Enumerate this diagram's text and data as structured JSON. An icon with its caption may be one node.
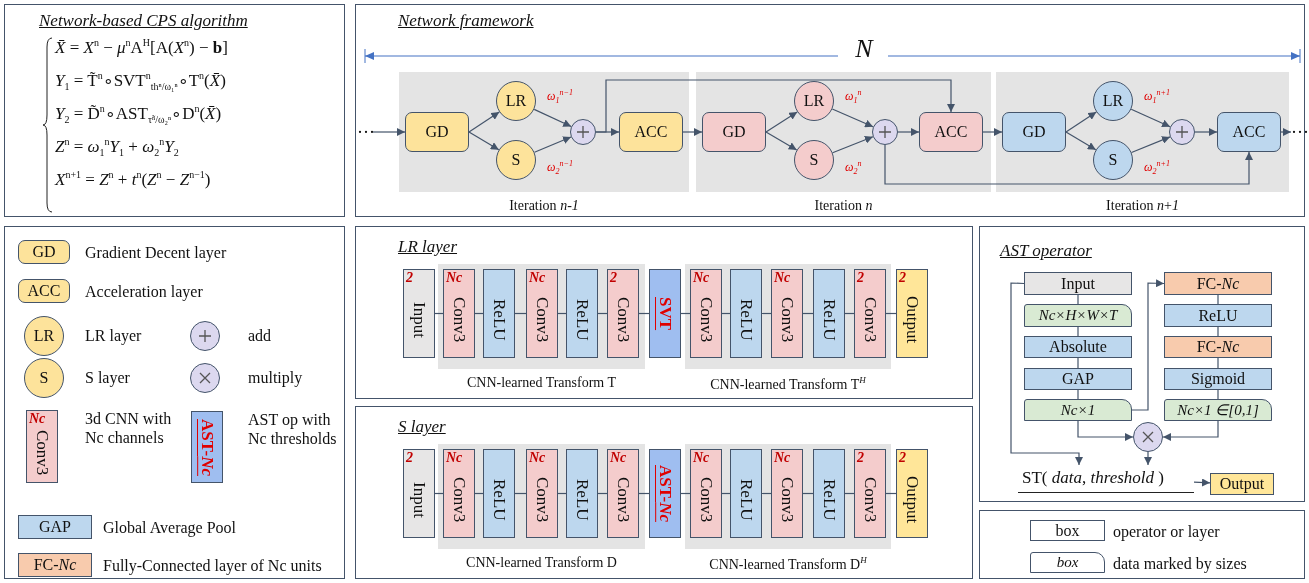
{
  "diagram": {
    "nodes": [
      {
        "text": [
          "Network-based CPS algorithm",
          "*X̄* = *X*$^{n}$ − *μ*$^{n}$A$^{H}$[A(*X*$^{n}$) − **b**]",
          "*Y*$_{1}$ = T̃$^{n}$∘SVT$^{n}$$_{thⁿ/ω₁ⁿ}$∘T$^{n}$(*X̄*)",
          "*Y*$_{2}$ = D̃$^{n}$∘AST$_{τ̃ⁿ/ω₂ⁿ}$∘D$^{n}$(*X̄*)",
          "*Z*$^{n}$ = *ω*$_{1}$$^{n}$*Y*$_{1}$ + *ω*$_{2}$$^{n}$*Y*$_{2}$",
          "*X*$^{n+1}$ = *Z*$^{n}$ + *t*$^{n}$(*Z*$^{n}$ − *Z*$^{n−1}$)"
        ]
      },
      {
        "text": [
          "Network framework"
        ]
      },
      {
        "text": [
          "Iteration *n-1*"
        ],
        "in": 1
      },
      {
        "text": [
          "Iteration *n*"
        ],
        "in": 1
      },
      {
        "text": [
          "Iteration *n*+*1*"
        ],
        "in": 1
      },
      {
        "text": [
          "GD"
        ],
        "in": 2
      },
      {
        "text": [
          "LR"
        ],
        "in": 2,
        "beside": [
          "ω$_{1}$$^{n−1}$"
        ]
      },
      {
        "text": [
          "S"
        ],
        "in": 2,
        "beside": [
          "ω$_{2}$$^{n−1}$"
        ]
      },
      {
        "text": [],
        "shape": "circle",
        "in": 2
      },
      {
        "text": [
          "ACC"
        ],
        "in": 2
      },
      {
        "text": [
          "GD"
        ],
        "in": 3
      },
      {
        "text": [
          "LR"
        ],
        "in": 3,
        "beside": [
          "ω$_{1}$$^{n}$"
        ]
      },
      {
        "text": [
          "S"
        ],
        "in": 3,
        "beside": [
          "ω$_{2}$$^{n}$"
        ]
      },
      {
        "text": [],
        "shape": "circle",
        "in": 3
      },
      {
        "text": [
          "ACC"
        ],
        "in": 3
      },
      {
        "text": [
          "GD"
        ],
        "in": 4
      },
      {
        "text": [
          "LR"
        ],
        "in": 4,
        "beside": [
          "ω$_{1}$$^{n+1}$"
        ]
      },
      {
        "text": [
          "S"
        ],
        "in": 4,
        "beside": [
          "ω$_{2}$$^{n+1}$"
        ]
      },
      {
        "text": [],
        "shape": "circle",
        "in": 4
      },
      {
        "text": [
          "ACC"
        ],
        "in": 4
      },
      {
        "text": [],
        "shape": "box"
      },
      {
        "text": [
          "GD"
        ],
        "in": 20,
        "beside": [
          "Gradient Decent layer"
        ]
      },
      {
        "text": [
          "ACC"
        ],
        "in": 20,
        "beside": [
          "Acceleration layer"
        ]
      },
      {
        "text": [
          "LR"
        ],
        "in": 20,
        "beside": [
          "LR layer"
        ]
      },
      {
        "text": [],
        "shape": "circle",
        "in": 20,
        "beside": [
          "add"
        ]
      },
      {
        "text": [
          "S"
        ],
        "in": 20,
        "beside": [
          "S layer"
        ]
      },
      {
        "text": [],
        "shape": "circle",
        "in": 20,
        "beside": [
          "multiply"
        ]
      },
      {
        "text": [
          "Nc",
          "Conv3"
        ],
        "in": 20,
        "beside": [
          "3d CNN with Nc channels"
        ]
      },
      {
        "text": [
          "AST-*Nc*"
        ],
        "in": 20,
        "beside": [
          "AST op with Nc thresholds"
        ]
      },
      {
        "text": [
          "GAP"
        ],
        "in": 20,
        "beside": [
          "Global Average Pool"
        ]
      },
      {
        "text": [
          "FC-*Nc*"
        ],
        "in": 20,
        "beside": [
          "Fully-Connected layer of Nc units"
        ]
      },
      {
        "text": [
          "LR layer"
        ]
      },
      {
        "text": [
          "CNN-learned Transform T"
        ],
        "in": 31
      },
      {
        "text": [
          "CNN-learned Transform T$^{H}$"
        ],
        "in": 31
      },
      {
        "text": [
          "2",
          "Input"
        ],
        "in": 31
      },
      {
        "text": [
          "Nc",
          "Conv3"
        ],
        "in": 32
      },
      {
        "text": [
          "ReLU"
        ],
        "in": 32
      },
      {
        "text": [
          "Nc",
          "Conv3"
        ],
        "in": 32
      },
      {
        "text": [
          "ReLU"
        ],
        "in": 32
      },
      {
        "text": [
          "2",
          "Conv3"
        ],
        "in": 32
      },
      {
        "text": [
          "SVT"
        ],
        "in": 31
      },
      {
        "text": [
          "Nc",
          "Conv3"
        ],
        "in": 33
      },
      {
        "text": [
          "ReLU"
        ],
        "in": 33
      },
      {
        "text": [
          "Nc",
          "Conv3"
        ],
        "in": 33
      },
      {
        "text": [
          "ReLU"
        ],
        "in": 33
      },
      {
        "text": [
          "2",
          "Conv3"
        ],
        "in": 33
      },
      {
        "text": [
          "2",
          "Output"
        ],
        "in": 31
      },
      {
        "text": [
          "S layer"
        ]
      },
      {
        "text": [
          "CNN-learned Transform D"
        ],
        "in": 47
      },
      {
        "text": [
          "CNN-learned Transform D$^{H}$"
        ],
        "in": 47
      },
      {
        "text": [
          "2",
          "Input"
        ],
        "in": 47
      },
      {
        "text": [
          "Nc",
          "Conv3"
        ],
        "in": 48
      },
      {
        "text": [
          "ReLU"
        ],
        "in": 48
      },
      {
        "text": [
          "Nc",
          "Conv3"
        ],
        "in": 48
      },
      {
        "text": [
          "ReLU"
        ],
        "in": 48
      },
      {
        "text": [
          "Nc",
          "Conv3"
        ],
        "in": 48
      },
      {
        "text": [
          "AST-*Nc*"
        ],
        "in": 47
      },
      {
        "text": [
          "Nc",
          "Conv3"
        ],
        "in": 49
      },
      {
        "text": [
          "ReLU"
        ],
        "in": 49
      },
      {
        "text": [
          "Nc",
          "Conv3"
        ],
        "in": 49
      },
      {
        "text": [
          "ReLU"
        ],
        "in": 49
      },
      {
        "text": [
          "2",
          "Conv3"
        ],
        "in": 49
      },
      {
        "text": [
          "2",
          "Output"
        ],
        "in": 47
      },
      {
        "text": [
          "AST operator"
        ]
      },
      {
        "text": [
          "Input"
        ],
        "in": 63
      },
      {
        "text": [
          "Nc×H×W×T"
        ],
        "in": 63
      },
      {
        "text": [
          "Absolute"
        ],
        "in": 63
      },
      {
        "text": [
          "GAP"
        ],
        "in": 63
      },
      {
        "text": [
          "Nc×1"
        ],
        "in": 63
      },
      {
        "text": [
          "FC-*Nc*"
        ],
        "in": 63
      },
      {
        "text": [
          "ReLU"
        ],
        "in": 63
      },
      {
        "text": [
          "FC-*Nc*"
        ],
        "in": 63
      },
      {
        "text": [
          "Sigmoid"
        ],
        "in": 63
      },
      {
        "text": [
          "Nc×1 ∈[0,1]"
        ],
        "in": 63
      },
      {
        "text": [],
        "shape": "circle",
        "in": 63
      },
      {
        "text": [
          "ST( *data*, *threshold* )"
        ],
        "in": 63
      },
      {
        "text": [
          "Output"
        ],
        "in": 63
      },
      {
        "text": [],
        "shape": "box"
      },
      {
        "text": [
          "box"
        ],
        "in": 77,
        "beside": [
          "operator or layer"
        ]
      },
      {
        "text": [
          "box"
        ],
        "in": 77,
        "beside": [
          "data marked by sizes"
        ]
      },
      {
        "text": [
          "···"
        ],
        "in": 1
      },
      {
        "text": [
          "···"
        ],
        "in": 1
      }
    ],
    "edges": [
      {
        "from": 80,
        "to": 5,
        "arrow": "to"
      },
      {
        "from": 5,
        "to": 6,
        "arrow": "to"
      },
      {
        "from": 5,
        "to": 7,
        "arrow": "to"
      },
      {
        "from": 6,
        "to": 8,
        "arrow": "to"
      },
      {
        "from": 7,
        "to": 8,
        "arrow": "to"
      },
      {
        "from": 8,
        "to": 9,
        "arrow": "to"
      },
      {
        "from": 9,
        "to": 10,
        "arrow": "to"
      },
      {
        "from": 8,
        "to": 14,
        "arrow": "to"
      },
      {
        "from": 10,
        "to": 11,
        "arrow": "to"
      },
      {
        "from": 10,
        "to": 12,
        "arrow": "to"
      },
      {
        "from": 11,
        "to": 13,
        "arrow": "to"
      },
      {
        "from": 12,
        "to": 13,
        "arrow": "to"
      },
      {
        "from": 13,
        "to": 14,
        "arrow": "to"
      },
      {
        "from": 14,
        "to": 15,
        "arrow": "to"
      },
      {
        "from": 13,
        "to": 19,
        "arrow": "to"
      },
      {
        "from": 15,
        "to": 16,
        "arrow": "to"
      },
      {
        "from": 15,
        "to": 17,
        "arrow": "to"
      },
      {
        "from": 16,
        "to": 18,
        "arrow": "to"
      },
      {
        "from": 17,
        "to": 18,
        "arrow": "to"
      },
      {
        "from": 18,
        "to": 19,
        "arrow": "to"
      },
      {
        "from": 19,
        "to": 81,
        "arrow": "to"
      },
      {
        "from": 34,
        "to": 35,
        "arrow": "none"
      },
      {
        "from": 35,
        "to": 36,
        "arrow": "none"
      },
      {
        "from": 36,
        "to": 37,
        "arrow": "none"
      },
      {
        "from": 37,
        "to": 38,
        "arrow": "none"
      },
      {
        "from": 38,
        "to": 39,
        "arrow": "none"
      },
      {
        "from": 39,
        "to": 40,
        "arrow": "none"
      },
      {
        "from": 40,
        "to": 41,
        "arrow": "none"
      },
      {
        "from": 41,
        "to": 42,
        "arrow": "none"
      },
      {
        "from": 42,
        "to": 43,
        "arrow": "none"
      },
      {
        "from": 43,
        "to": 44,
        "arrow": "none"
      },
      {
        "from": 44,
        "to": 45,
        "arrow": "none"
      },
      {
        "from": 45,
        "to": 46,
        "arrow": "none"
      },
      {
        "from": 50,
        "to": 51,
        "arrow": "none"
      },
      {
        "from": 51,
        "to": 52,
        "arrow": "none"
      },
      {
        "from": 52,
        "to": 53,
        "arrow": "none"
      },
      {
        "from": 53,
        "to": 54,
        "arrow": "none"
      },
      {
        "from": 54,
        "to": 55,
        "arrow": "none"
      },
      {
        "from": 55,
        "to": 56,
        "arrow": "none"
      },
      {
        "from": 56,
        "to": 57,
        "arrow": "none"
      },
      {
        "from": 57,
        "to": 58,
        "arrow": "none"
      },
      {
        "from": 58,
        "to": 59,
        "arrow": "none"
      },
      {
        "from": 59,
        "to": 60,
        "arrow": "none"
      },
      {
        "from": 60,
        "to": 61,
        "arrow": "none"
      },
      {
        "from": 61,
        "to": 62,
        "arrow": "none"
      },
      {
        "from": 64,
        "to": 65,
        "arrow": "none"
      },
      {
        "from": 65,
        "to": 66,
        "arrow": "none"
      },
      {
        "from": 66,
        "to": 67,
        "arrow": "none"
      },
      {
        "from": 67,
        "to": 68,
        "arrow": "none"
      },
      {
        "from": 68,
        "to": 69,
        "arrow": "to"
      },
      {
        "from": 69,
        "to": 70,
        "arrow": "none"
      },
      {
        "from": 70,
        "to": 71,
        "arrow": "none"
      },
      {
        "from": 71,
        "to": 72,
        "arrow": "none"
      },
      {
        "from": 72,
        "to": 73,
        "arrow": "none"
      },
      {
        "from": 68,
        "to": 74,
        "arrow": "to"
      },
      {
        "from": 73,
        "to": 74,
        "arrow": "to"
      },
      {
        "from": 64,
        "to": 75,
        "arrow": "to"
      },
      {
        "from": 74,
        "to": 75,
        "arrow": "to"
      },
      {
        "from": 75,
        "to": 76,
        "arrow": "to"
      }
    ],
    "labels": [
      "N"
    ]
  }
}
